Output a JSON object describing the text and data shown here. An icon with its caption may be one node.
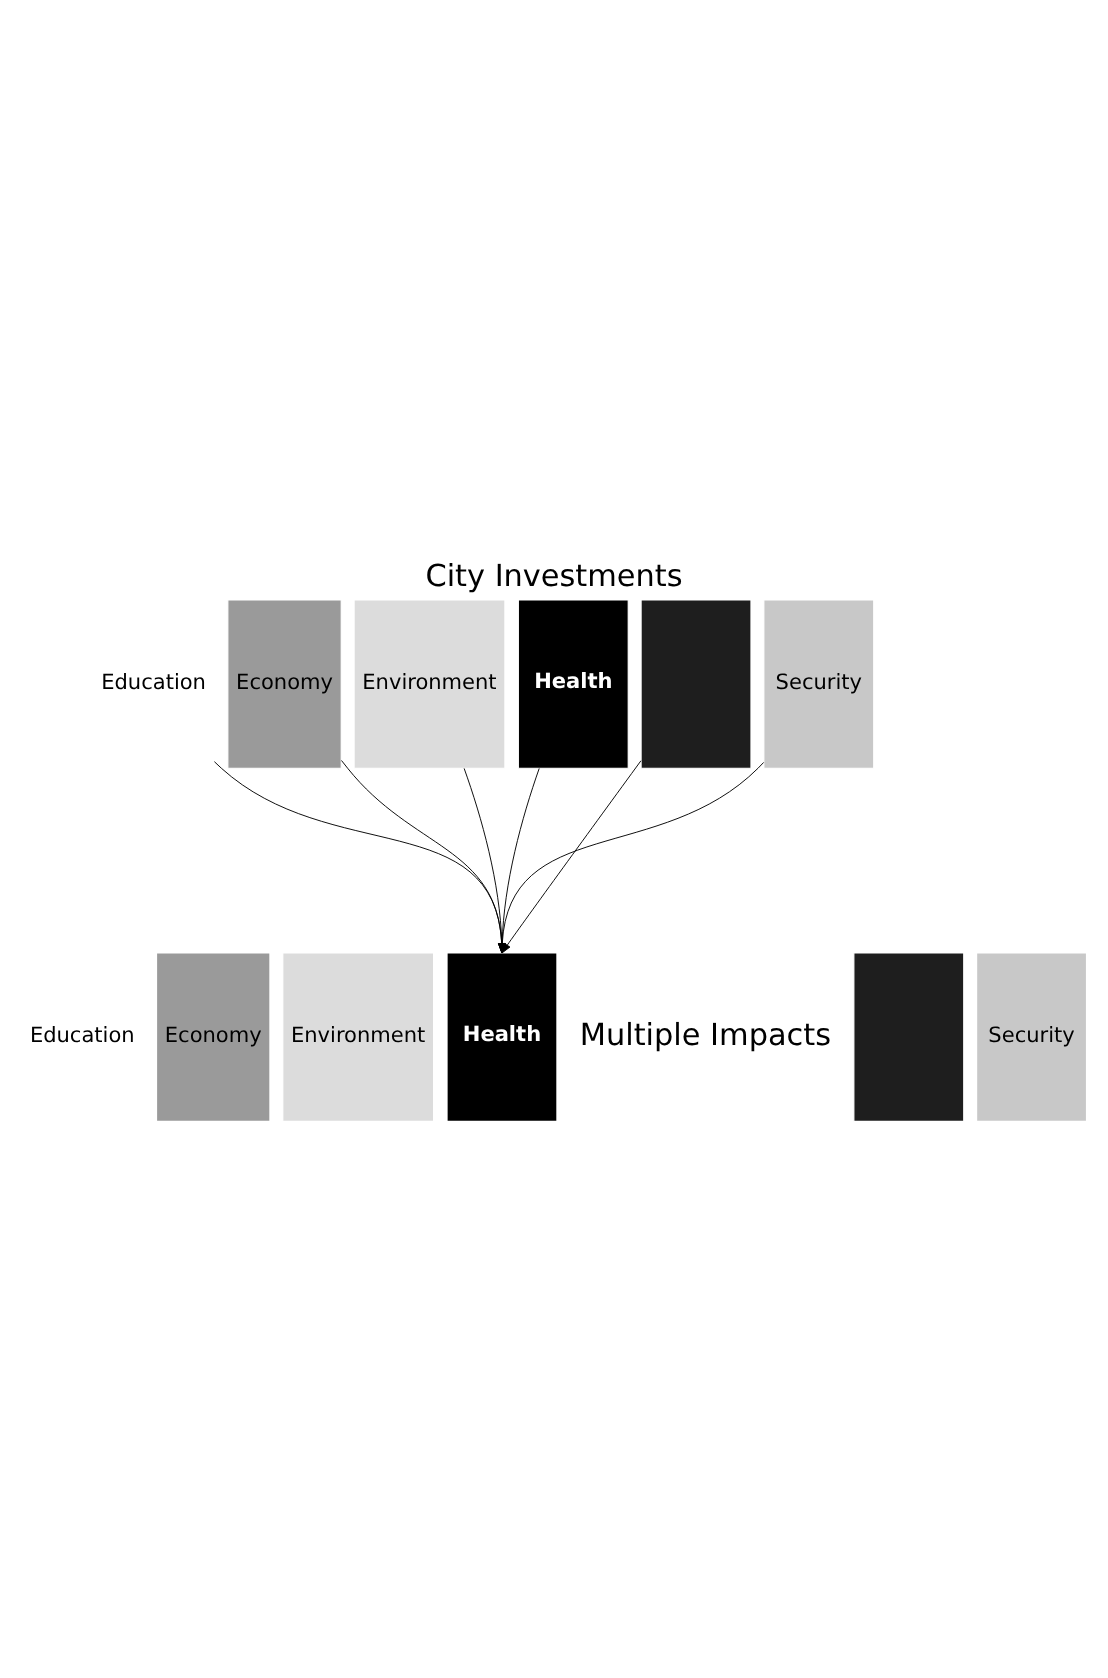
{
  "diagram": {
    "title": "City Investments",
    "caption": "Multiple Impacts",
    "nodes": [
      {
        "text": [
          "Education"
        ]
      },
      {
        "text": [
          "Economy"
        ]
      },
      {
        "text": [
          "Environment"
        ]
      },
      {
        "text": [
          "Health"
        ]
      },
      {
        "text": [],
        "shape": "box"
      },
      {
        "text": [
          "Security"
        ]
      },
      {
        "text": [
          "Education"
        ]
      },
      {
        "text": [
          "Economy"
        ]
      },
      {
        "text": [
          "Environment"
        ]
      },
      {
        "text": [
          "Health"
        ]
      },
      {
        "text": [],
        "shape": "box"
      },
      {
        "text": [
          "Security"
        ]
      }
    ],
    "edges": [
      {
        "from": 0,
        "to": 9,
        "arrow": "to"
      },
      {
        "from": 1,
        "to": 9,
        "arrow": "to"
      },
      {
        "from": 2,
        "to": 9,
        "arrow": "to"
      },
      {
        "from": 3,
        "to": 9,
        "arrow": "to"
      },
      {
        "from": 4,
        "to": 9,
        "arrow": "to"
      },
      {
        "from": 5,
        "to": 9,
        "arrow": "to"
      }
    ]
  }
}
